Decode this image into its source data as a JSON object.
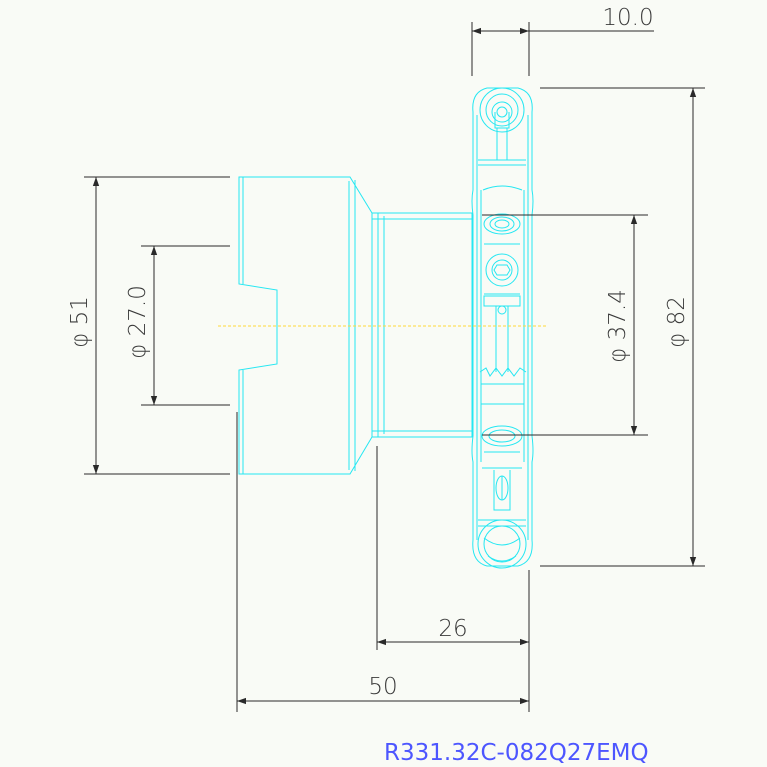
{
  "drawing": {
    "part_code": "R331.32C-082Q27EMQ",
    "colors": {
      "part_outline": "#25e7f2",
      "dimension_line": "#2a2a2a",
      "center_line": "#ffd93a",
      "part_code_text": "#4d56ff",
      "background": "#f9fbf6"
    },
    "dimensions": {
      "top_width": "10.0",
      "outer_diameter": "φ 51",
      "inner_diameter": "φ 27.0",
      "bore_diameter": "φ 37.4",
      "cutter_diameter": "φ 82",
      "head_length": "26",
      "total_length": "50"
    }
  }
}
